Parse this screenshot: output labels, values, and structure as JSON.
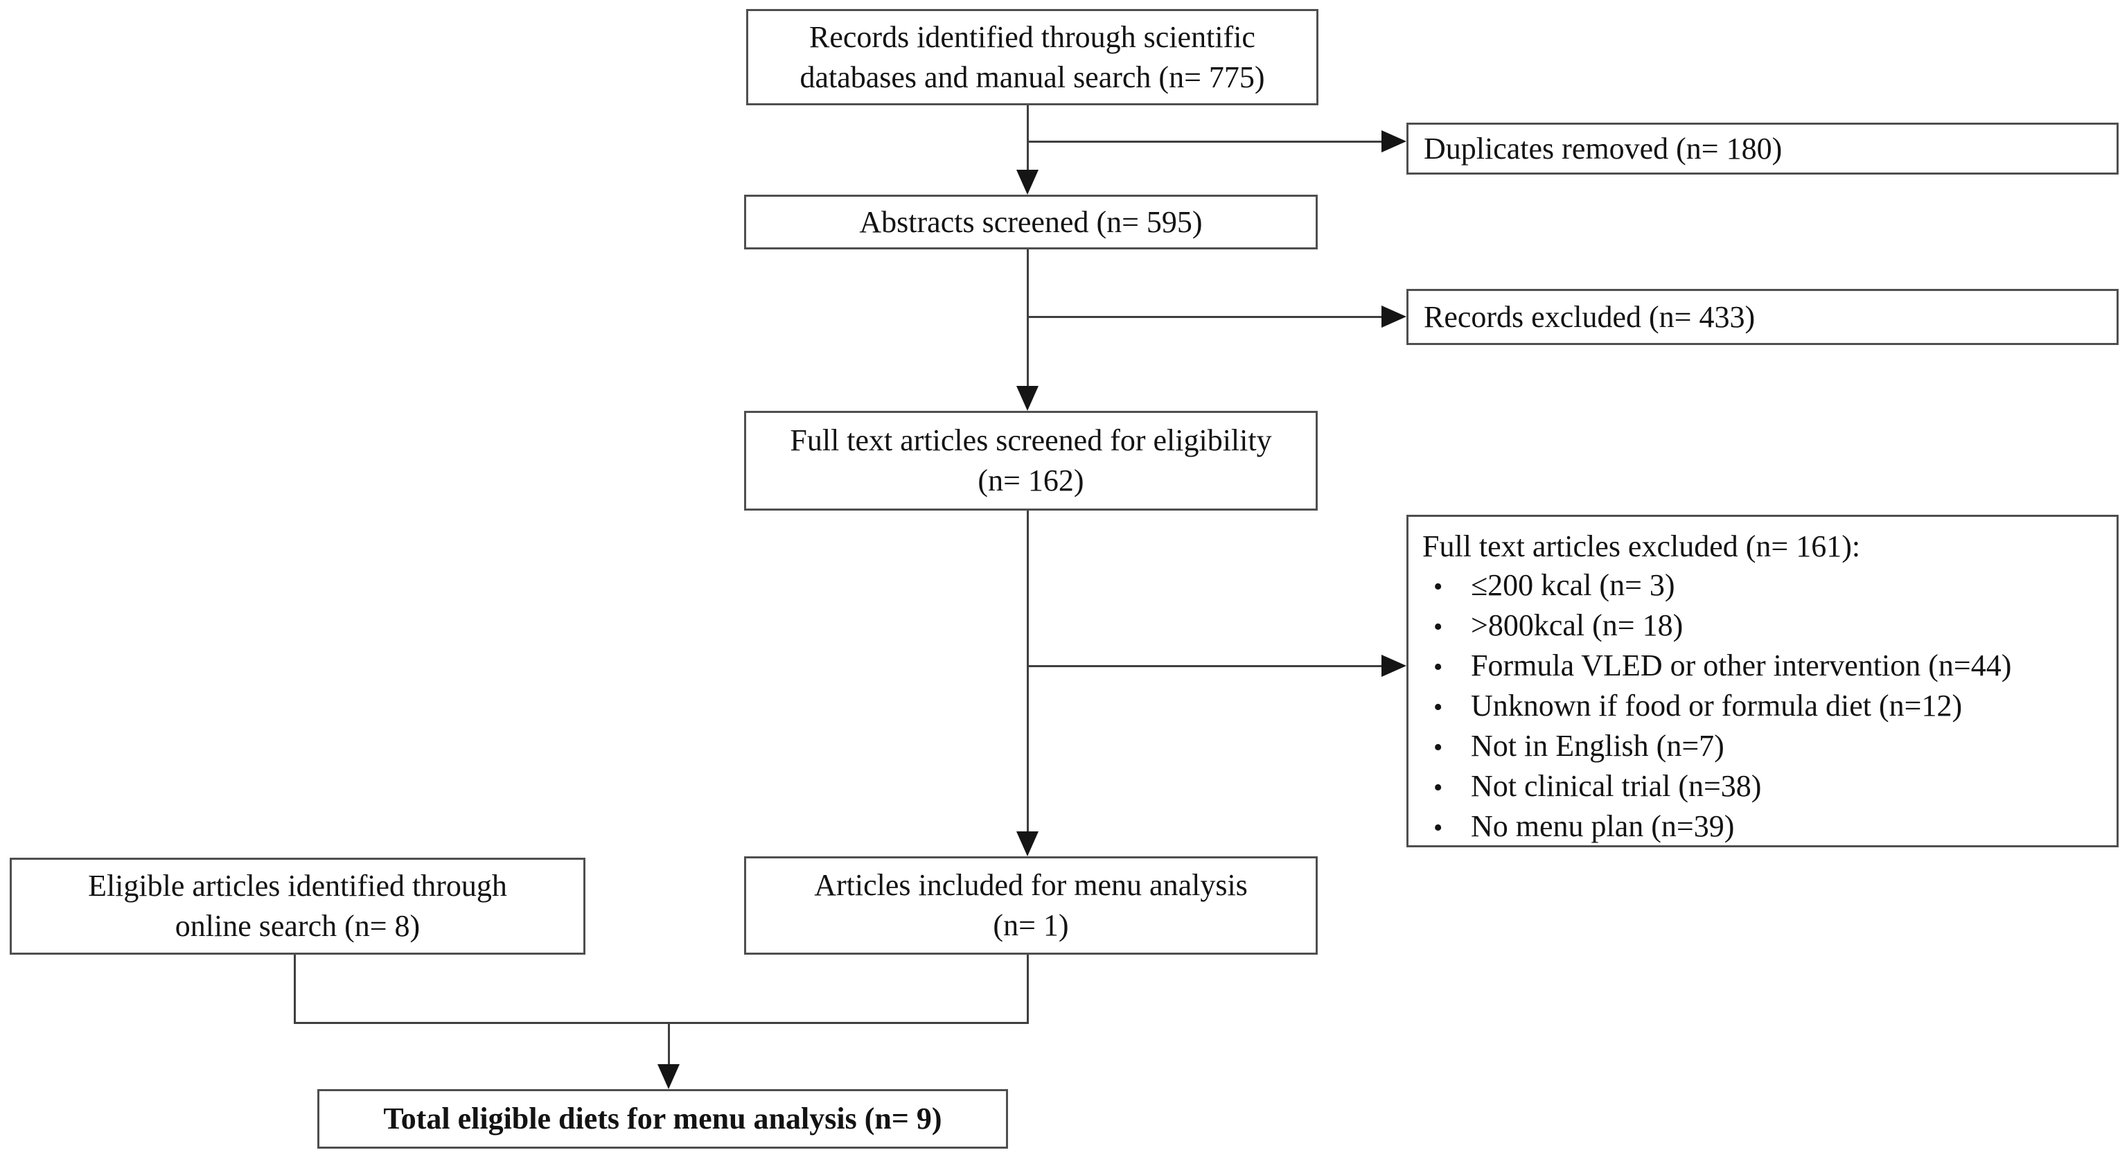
{
  "figure": {
    "type": "flowchart",
    "background_color": "#ffffff",
    "box_border_color": "#4f4f4f",
    "connector_color": "#3f3f3f",
    "arrowhead_color": "#151515",
    "text_color": "#131313"
  },
  "glyphs": {
    "bullet": "•"
  },
  "boxes": {
    "records_identified": {
      "text": "Records identified through scientific\ndatabases and manual search (n= 775)",
      "n": 775
    },
    "duplicates_removed": {
      "text": "Duplicates removed (n= 180)",
      "n": 180
    },
    "abstracts_screened": {
      "text": "Abstracts screened (n= 595)",
      "n": 595
    },
    "records_excluded": {
      "text": "Records excluded (n= 433)",
      "n": 433
    },
    "fulltext_screened": {
      "text": "Full text articles screened for eligibility\n(n= 162)",
      "n": 162
    },
    "fulltext_excluded": {
      "title": "Full text articles excluded (n= 161):",
      "n": 161,
      "items": [
        "≤200 kcal (n= 3)",
        ">800kcal (n= 18)",
        "Formula VLED or other intervention (n=44)",
        "Unknown if food or formula diet (n=12)",
        "Not in English (n=7)",
        "Not clinical trial (n=38)",
        "No menu plan (n=39)"
      ]
    },
    "eligible_online_search": {
      "text": "Eligible articles identified through\nonline search (n= 8)",
      "n": 8
    },
    "articles_included": {
      "text": "Articles included for menu analysis\n(n= 1)",
      "n": 1
    },
    "total_eligible": {
      "text": "Total eligible diets for menu analysis (n= 9)",
      "n": 9
    }
  }
}
